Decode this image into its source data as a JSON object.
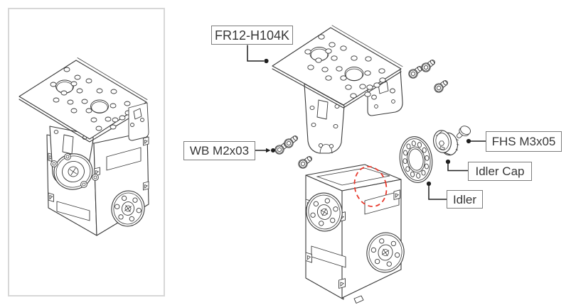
{
  "callouts": [
    {
      "id": "frame",
      "label": "FR12-H104K"
    },
    {
      "id": "wb-bolt",
      "label": "WB M2x03"
    },
    {
      "id": "fhs-screw",
      "label": "FHS M3x05"
    },
    {
      "id": "idler-cap",
      "label": "Idler Cap"
    },
    {
      "id": "idler",
      "label": "Idler"
    }
  ],
  "colors": {
    "line": "#3a3a3a",
    "leader": "#1f1f1f",
    "highlight_red": "#e8392c",
    "label_border": "#7c7c7c",
    "label_text": "#373737",
    "panel_border": "#d7d7d7",
    "background": "#ffffff"
  }
}
